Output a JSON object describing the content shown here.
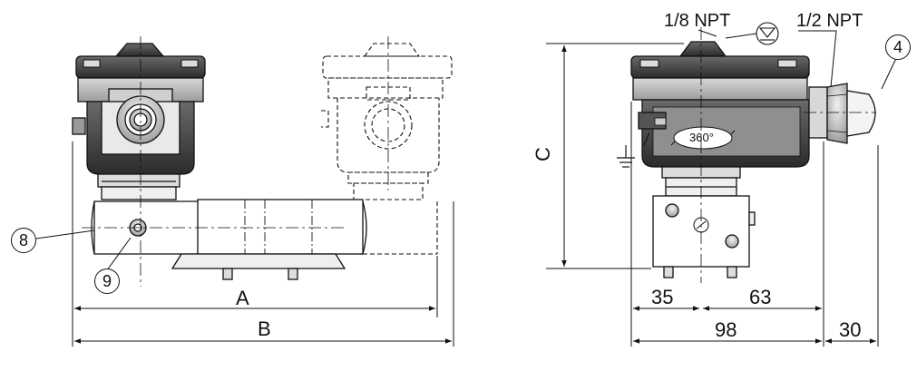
{
  "left_view": {
    "dimension_a": "A",
    "dimension_b": "B",
    "callout_8": "8",
    "callout_9": "9"
  },
  "right_view": {
    "thread_top": "1/8 NPT",
    "thread_side": "1/2 NPT",
    "callout_4": "4",
    "dimension_c": "C",
    "rotation": "360°",
    "dim_35": "35",
    "dim_63": "63",
    "dim_98": "98",
    "dim_30": "30"
  }
}
